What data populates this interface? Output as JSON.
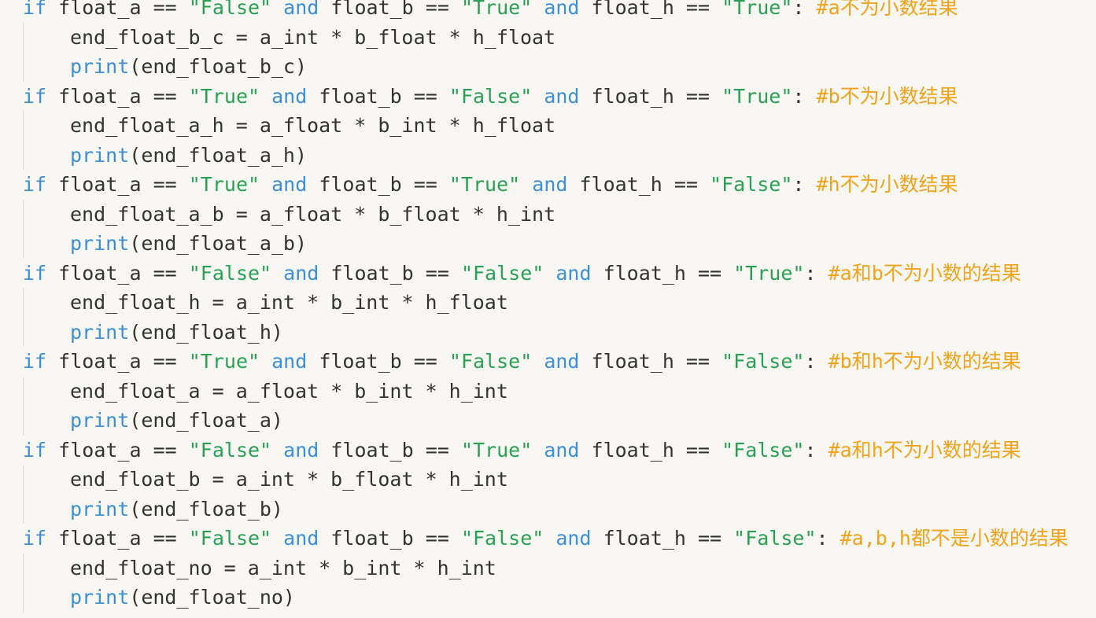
{
  "colors": {
    "background": "#f8f7f3",
    "keyword": "#3d8fd6",
    "string": "#2aa152",
    "comment": "#f5a21b",
    "text": "#333333",
    "indent_guide": "#dcdcd6"
  },
  "code_lines": [
    {
      "indent": 0,
      "tokens": [
        {
          "t": "kw",
          "v": "if"
        },
        {
          "t": "tx",
          "v": " float_a == "
        },
        {
          "t": "str",
          "v": "\"False\""
        },
        {
          "t": "tx",
          "v": " "
        },
        {
          "t": "kw",
          "v": "and"
        },
        {
          "t": "tx",
          "v": " float_b == "
        },
        {
          "t": "str",
          "v": "\"True\""
        },
        {
          "t": "tx",
          "v": " "
        },
        {
          "t": "kw",
          "v": "and"
        },
        {
          "t": "tx",
          "v": " float_h == "
        },
        {
          "t": "str",
          "v": "\"True\""
        },
        {
          "t": "tx",
          "v": ": "
        },
        {
          "t": "cm",
          "v": "#a"
        },
        {
          "t": "cjk",
          "v": "不为小数结果"
        }
      ]
    },
    {
      "indent": 1,
      "tokens": [
        {
          "t": "tx",
          "v": "end_float_b_c = a_int * b_float * h_float"
        }
      ]
    },
    {
      "indent": 1,
      "tokens": [
        {
          "t": "kw",
          "v": "print"
        },
        {
          "t": "tx",
          "v": "(end_float_b_c)"
        }
      ]
    },
    {
      "indent": 0,
      "tokens": [
        {
          "t": "kw",
          "v": "if"
        },
        {
          "t": "tx",
          "v": " float_a == "
        },
        {
          "t": "str",
          "v": "\"True\""
        },
        {
          "t": "tx",
          "v": " "
        },
        {
          "t": "kw",
          "v": "and"
        },
        {
          "t": "tx",
          "v": " float_b == "
        },
        {
          "t": "str",
          "v": "\"False\""
        },
        {
          "t": "tx",
          "v": " "
        },
        {
          "t": "kw",
          "v": "and"
        },
        {
          "t": "tx",
          "v": " float_h == "
        },
        {
          "t": "str",
          "v": "\"True\""
        },
        {
          "t": "tx",
          "v": ": "
        },
        {
          "t": "cm",
          "v": "#b"
        },
        {
          "t": "cjk",
          "v": "不为小数结果"
        }
      ]
    },
    {
      "indent": 1,
      "tokens": [
        {
          "t": "tx",
          "v": "end_float_a_h = a_float * b_int * h_float"
        }
      ]
    },
    {
      "indent": 1,
      "tokens": [
        {
          "t": "kw",
          "v": "print"
        },
        {
          "t": "tx",
          "v": "(end_float_a_h)"
        }
      ]
    },
    {
      "indent": 0,
      "tokens": [
        {
          "t": "kw",
          "v": "if"
        },
        {
          "t": "tx",
          "v": " float_a == "
        },
        {
          "t": "str",
          "v": "\"True\""
        },
        {
          "t": "tx",
          "v": " "
        },
        {
          "t": "kw",
          "v": "and"
        },
        {
          "t": "tx",
          "v": " float_b == "
        },
        {
          "t": "str",
          "v": "\"True\""
        },
        {
          "t": "tx",
          "v": " "
        },
        {
          "t": "kw",
          "v": "and"
        },
        {
          "t": "tx",
          "v": " float_h == "
        },
        {
          "t": "str",
          "v": "\"False\""
        },
        {
          "t": "tx",
          "v": ": "
        },
        {
          "t": "cm",
          "v": "#h"
        },
        {
          "t": "cjk",
          "v": "不为小数结果"
        }
      ]
    },
    {
      "indent": 1,
      "tokens": [
        {
          "t": "tx",
          "v": "end_float_a_b = a_float * b_float * h_int"
        }
      ]
    },
    {
      "indent": 1,
      "tokens": [
        {
          "t": "kw",
          "v": "print"
        },
        {
          "t": "tx",
          "v": "(end_float_a_b)"
        }
      ]
    },
    {
      "indent": 0,
      "tokens": [
        {
          "t": "kw",
          "v": "if"
        },
        {
          "t": "tx",
          "v": " float_a == "
        },
        {
          "t": "str",
          "v": "\"False\""
        },
        {
          "t": "tx",
          "v": " "
        },
        {
          "t": "kw",
          "v": "and"
        },
        {
          "t": "tx",
          "v": " float_b == "
        },
        {
          "t": "str",
          "v": "\"False\""
        },
        {
          "t": "tx",
          "v": " "
        },
        {
          "t": "kw",
          "v": "and"
        },
        {
          "t": "tx",
          "v": " float_h == "
        },
        {
          "t": "str",
          "v": "\"True\""
        },
        {
          "t": "tx",
          "v": ": "
        },
        {
          "t": "cm",
          "v": "#a"
        },
        {
          "t": "cjk",
          "v": "和"
        },
        {
          "t": "cm",
          "v": "b"
        },
        {
          "t": "cjk",
          "v": "不为小数的结果"
        }
      ]
    },
    {
      "indent": 1,
      "tokens": [
        {
          "t": "tx",
          "v": "end_float_h = a_int * b_int * h_float"
        }
      ]
    },
    {
      "indent": 1,
      "tokens": [
        {
          "t": "kw",
          "v": "print"
        },
        {
          "t": "tx",
          "v": "(end_float_h)"
        }
      ]
    },
    {
      "indent": 0,
      "tokens": [
        {
          "t": "kw",
          "v": "if"
        },
        {
          "t": "tx",
          "v": " float_a == "
        },
        {
          "t": "str",
          "v": "\"True\""
        },
        {
          "t": "tx",
          "v": " "
        },
        {
          "t": "kw",
          "v": "and"
        },
        {
          "t": "tx",
          "v": " float_b == "
        },
        {
          "t": "str",
          "v": "\"False\""
        },
        {
          "t": "tx",
          "v": " "
        },
        {
          "t": "kw",
          "v": "and"
        },
        {
          "t": "tx",
          "v": " float_h == "
        },
        {
          "t": "str",
          "v": "\"False\""
        },
        {
          "t": "tx",
          "v": ": "
        },
        {
          "t": "cm",
          "v": "#b"
        },
        {
          "t": "cjk",
          "v": "和"
        },
        {
          "t": "cm",
          "v": "h"
        },
        {
          "t": "cjk",
          "v": "不为小数的结果"
        }
      ]
    },
    {
      "indent": 1,
      "tokens": [
        {
          "t": "tx",
          "v": "end_float_a = a_float * b_int * h_int"
        }
      ]
    },
    {
      "indent": 1,
      "tokens": [
        {
          "t": "kw",
          "v": "print"
        },
        {
          "t": "tx",
          "v": "(end_float_a)"
        }
      ]
    },
    {
      "indent": 0,
      "tokens": [
        {
          "t": "kw",
          "v": "if"
        },
        {
          "t": "tx",
          "v": " float_a == "
        },
        {
          "t": "str",
          "v": "\"False\""
        },
        {
          "t": "tx",
          "v": " "
        },
        {
          "t": "kw",
          "v": "and"
        },
        {
          "t": "tx",
          "v": " float_b == "
        },
        {
          "t": "str",
          "v": "\"True\""
        },
        {
          "t": "tx",
          "v": " "
        },
        {
          "t": "kw",
          "v": "and"
        },
        {
          "t": "tx",
          "v": " float_h == "
        },
        {
          "t": "str",
          "v": "\"False\""
        },
        {
          "t": "tx",
          "v": ": "
        },
        {
          "t": "cm",
          "v": "#a"
        },
        {
          "t": "cjk",
          "v": "和"
        },
        {
          "t": "cm",
          "v": "h"
        },
        {
          "t": "cjk",
          "v": "不为小数的结果"
        }
      ]
    },
    {
      "indent": 1,
      "tokens": [
        {
          "t": "tx",
          "v": "end_float_b = a_int * b_float * h_int"
        }
      ]
    },
    {
      "indent": 1,
      "tokens": [
        {
          "t": "kw",
          "v": "print"
        },
        {
          "t": "tx",
          "v": "(end_float_b)"
        }
      ]
    },
    {
      "indent": 0,
      "tokens": [
        {
          "t": "kw",
          "v": "if"
        },
        {
          "t": "tx",
          "v": " float_a == "
        },
        {
          "t": "str",
          "v": "\"False\""
        },
        {
          "t": "tx",
          "v": " "
        },
        {
          "t": "kw",
          "v": "and"
        },
        {
          "t": "tx",
          "v": " float_b == "
        },
        {
          "t": "str",
          "v": "\"False\""
        },
        {
          "t": "tx",
          "v": " "
        },
        {
          "t": "kw",
          "v": "and"
        },
        {
          "t": "tx",
          "v": " float_h == "
        },
        {
          "t": "str",
          "v": "\"False\""
        },
        {
          "t": "tx",
          "v": ": "
        },
        {
          "t": "cm",
          "v": "#a,b,h"
        },
        {
          "t": "cjk",
          "v": "都不是小数的结果"
        }
      ]
    },
    {
      "indent": 1,
      "tokens": [
        {
          "t": "tx",
          "v": "end_float_no = a_int * b_int * h_int"
        }
      ]
    },
    {
      "indent": 1,
      "tokens": [
        {
          "t": "kw",
          "v": "print"
        },
        {
          "t": "tx",
          "v": "(end_float_no)"
        }
      ]
    }
  ]
}
